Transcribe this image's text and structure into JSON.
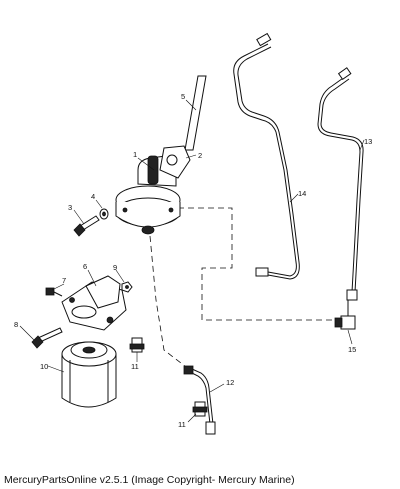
{
  "caption": "MercuryPartsOnline v2.5.1 (Image Copyright- Mercury Marine)",
  "callouts": [
    "1",
    "2",
    "3",
    "4",
    "5",
    "6",
    "7",
    "8",
    "9",
    "10",
    "11",
    "11",
    "12",
    "13",
    "14",
    "15"
  ]
}
